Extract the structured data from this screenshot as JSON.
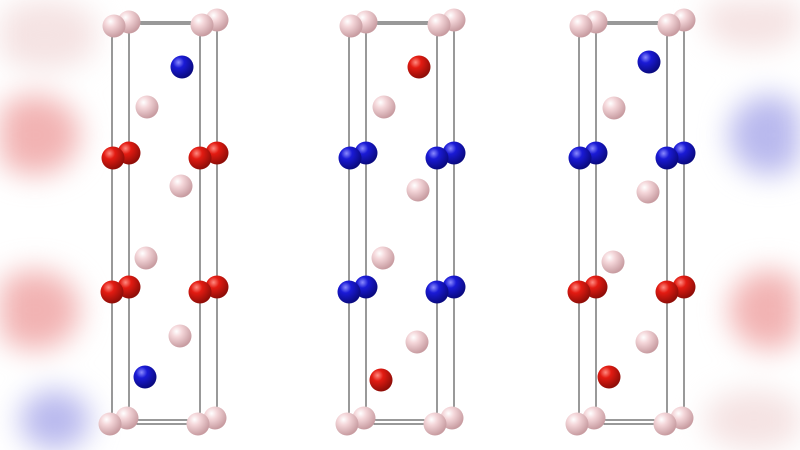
{
  "colors": {
    "background": "#ffffff",
    "frame_line": "#333333",
    "atom_pink": "#f1c9cd",
    "atom_red": "#e31b12",
    "atom_blue": "#1a1ad6",
    "edge_blur_red": "#f2b3b3",
    "edge_blur_blue": "#b9b9ee",
    "edge_blur_pink": "#f5e3e3"
  },
  "structures": [
    {
      "name": "structure-1",
      "atom_sequence_top_to_bottom": [
        "pink",
        "blue",
        "pink",
        "red",
        "pink",
        "pink",
        "red",
        "pink",
        "blue",
        "pink"
      ]
    },
    {
      "name": "structure-2",
      "atom_sequence_top_to_bottom": [
        "pink",
        "red",
        "pink",
        "blue",
        "pink",
        "pink",
        "blue",
        "pink",
        "red",
        "pink"
      ]
    },
    {
      "name": "structure-3",
      "atom_sequence_top_to_bottom": [
        "pink",
        "blue",
        "pink",
        "blue",
        "pink",
        "pink",
        "red",
        "pink",
        "red",
        "pink"
      ]
    }
  ]
}
